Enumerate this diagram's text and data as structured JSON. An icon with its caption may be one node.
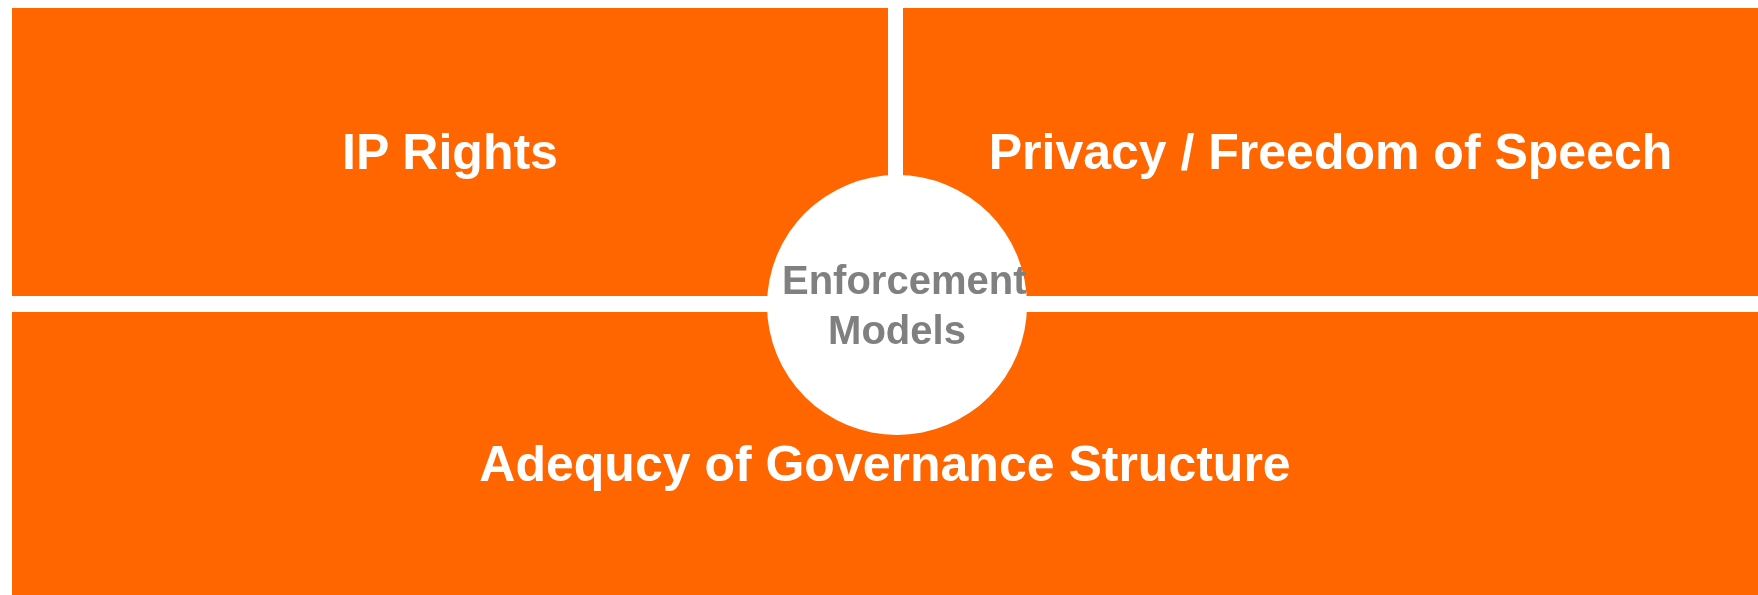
{
  "diagram": {
    "nodes": [
      {
        "text": [
          "IP Rights"
        ]
      },
      {
        "text": [
          "Privacy / Freedom of Speech"
        ]
      },
      {
        "text": [
          "Adequcy of Governance Structure"
        ]
      },
      {
        "text": [
          "Enforcement Models"
        ]
      }
    ]
  }
}
